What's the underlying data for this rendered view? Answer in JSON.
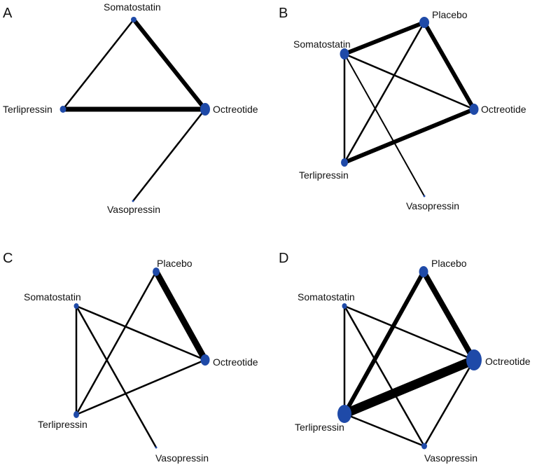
{
  "panels": [
    {
      "letter": "A",
      "nodes": [
        {
          "id": "somatostatin",
          "label": "Somatostatin"
        },
        {
          "id": "octreotide",
          "label": "Octreotide"
        },
        {
          "id": "terlipressin",
          "label": "Terlipressin"
        },
        {
          "id": "vasopressin",
          "label": "Vasopressin"
        }
      ]
    },
    {
      "letter": "B",
      "nodes": [
        {
          "id": "placebo",
          "label": "Placebo"
        },
        {
          "id": "somatostatin",
          "label": "Somatostatin"
        },
        {
          "id": "octreotide",
          "label": "Octreotide"
        },
        {
          "id": "terlipressin",
          "label": "Terlipressin"
        },
        {
          "id": "vasopressin",
          "label": "Vasopressin"
        }
      ]
    },
    {
      "letter": "C",
      "nodes": [
        {
          "id": "placebo",
          "label": "Placebo"
        },
        {
          "id": "somatostatin",
          "label": "Somatostatin"
        },
        {
          "id": "octreotide",
          "label": "Octreotide"
        },
        {
          "id": "terlipressin",
          "label": "Terlipressin"
        },
        {
          "id": "vasopressin",
          "label": "Vasopressin"
        }
      ]
    },
    {
      "letter": "D",
      "nodes": [
        {
          "id": "placebo",
          "label": "Placebo"
        },
        {
          "id": "somatostatin",
          "label": "Somatostatin"
        },
        {
          "id": "octreotide",
          "label": "Octreotide"
        },
        {
          "id": "terlipressin",
          "label": "Terlipressin"
        },
        {
          "id": "vasopressin",
          "label": "Vasopressin"
        }
      ]
    }
  ],
  "colors": {
    "node": "#1f4aa8",
    "edge": "#000000"
  }
}
